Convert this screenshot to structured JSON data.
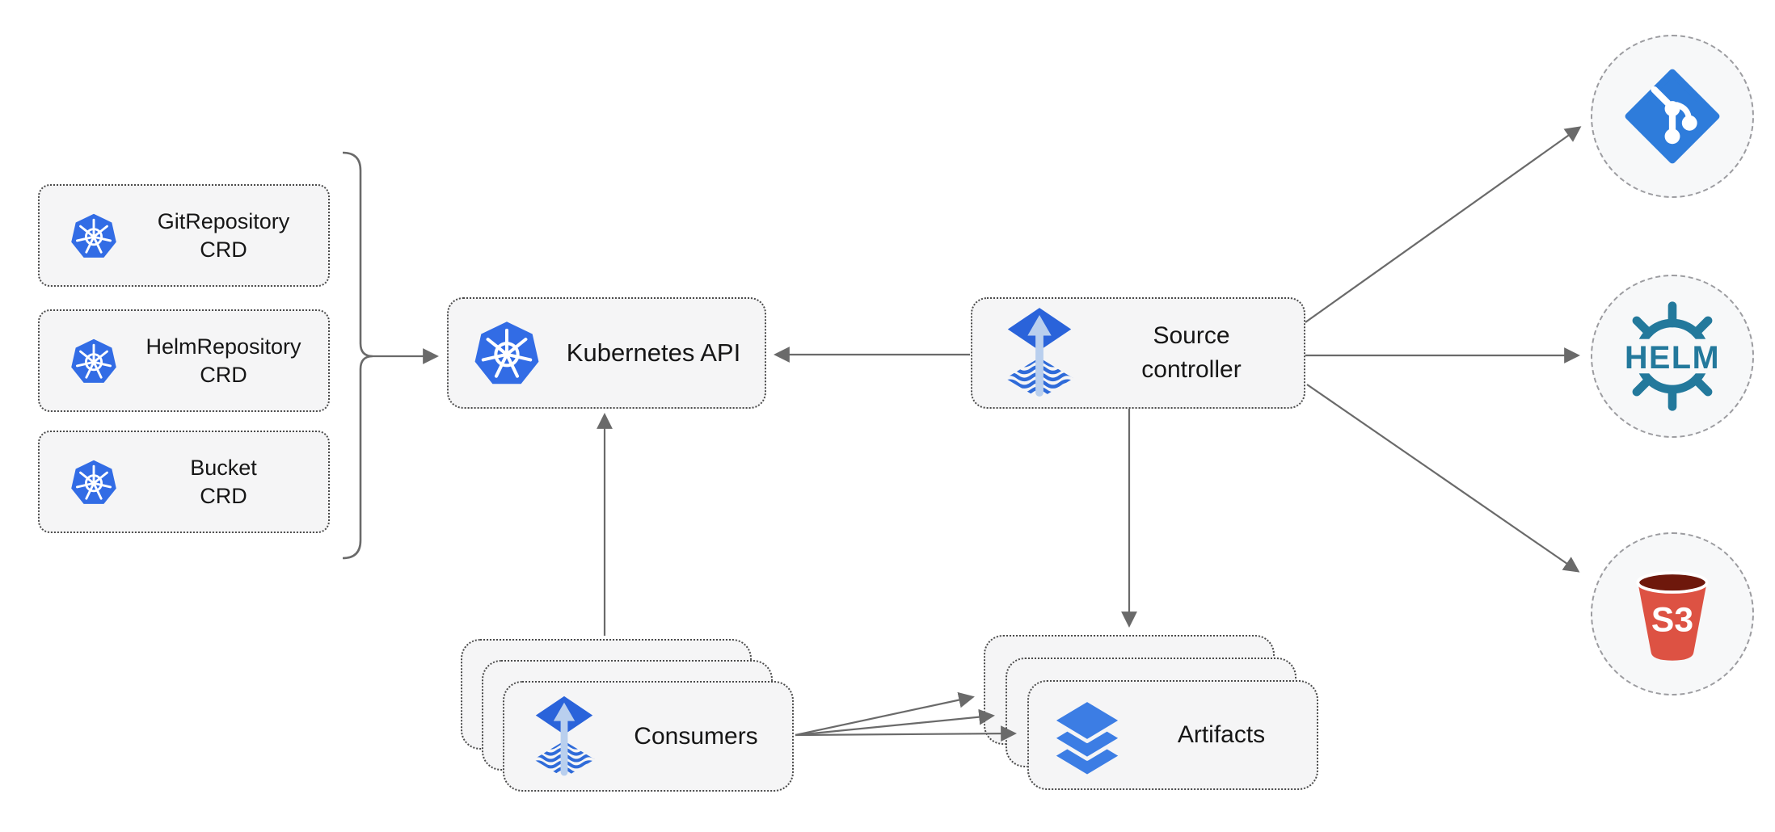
{
  "nodes": {
    "crd_boxes": [
      {
        "line1": "GitRepository",
        "line2": "CRD"
      },
      {
        "line1": "HelmRepository",
        "line2": "CRD"
      },
      {
        "line1": "Bucket",
        "line2": "CRD"
      }
    ],
    "kubernetes_api": {
      "label": "Kubernetes API"
    },
    "source_controller": {
      "line1": "Source",
      "line2": "controller"
    },
    "consumers": {
      "label": "Consumers"
    },
    "artifacts": {
      "label": "Artifacts"
    },
    "external_sources": {
      "git": {
        "icon": "git-icon"
      },
      "helm": {
        "icon": "helm-icon",
        "logo_text": "HELM"
      },
      "s3": {
        "icon": "s3-bucket-icon",
        "logo_text": "S3"
      }
    }
  },
  "icons": {
    "kubernetes": "kubernetes-icon",
    "flux_source": "flux-source-icon",
    "git": "git-icon",
    "helm": "helm-icon",
    "s3": "s3-bucket-icon",
    "layers": "layers-icon"
  },
  "colors": {
    "kubernetes_blue": "#326ce5",
    "flux_diamond_blue": "#2a63da",
    "flux_wave_blue": "#2f6bd9",
    "flux_arrow_blue": "#b9cfee",
    "git_blue": "#2e7cdb",
    "helm_teal": "#23799c",
    "s3_red": "#dd5243",
    "s3_dark_red": "#6e180c",
    "layers_blue": "#3c7de4",
    "node_fill": "#f5f5f6",
    "node_border": "#4b4b4b",
    "connector_gray": "#6a6a6a"
  }
}
